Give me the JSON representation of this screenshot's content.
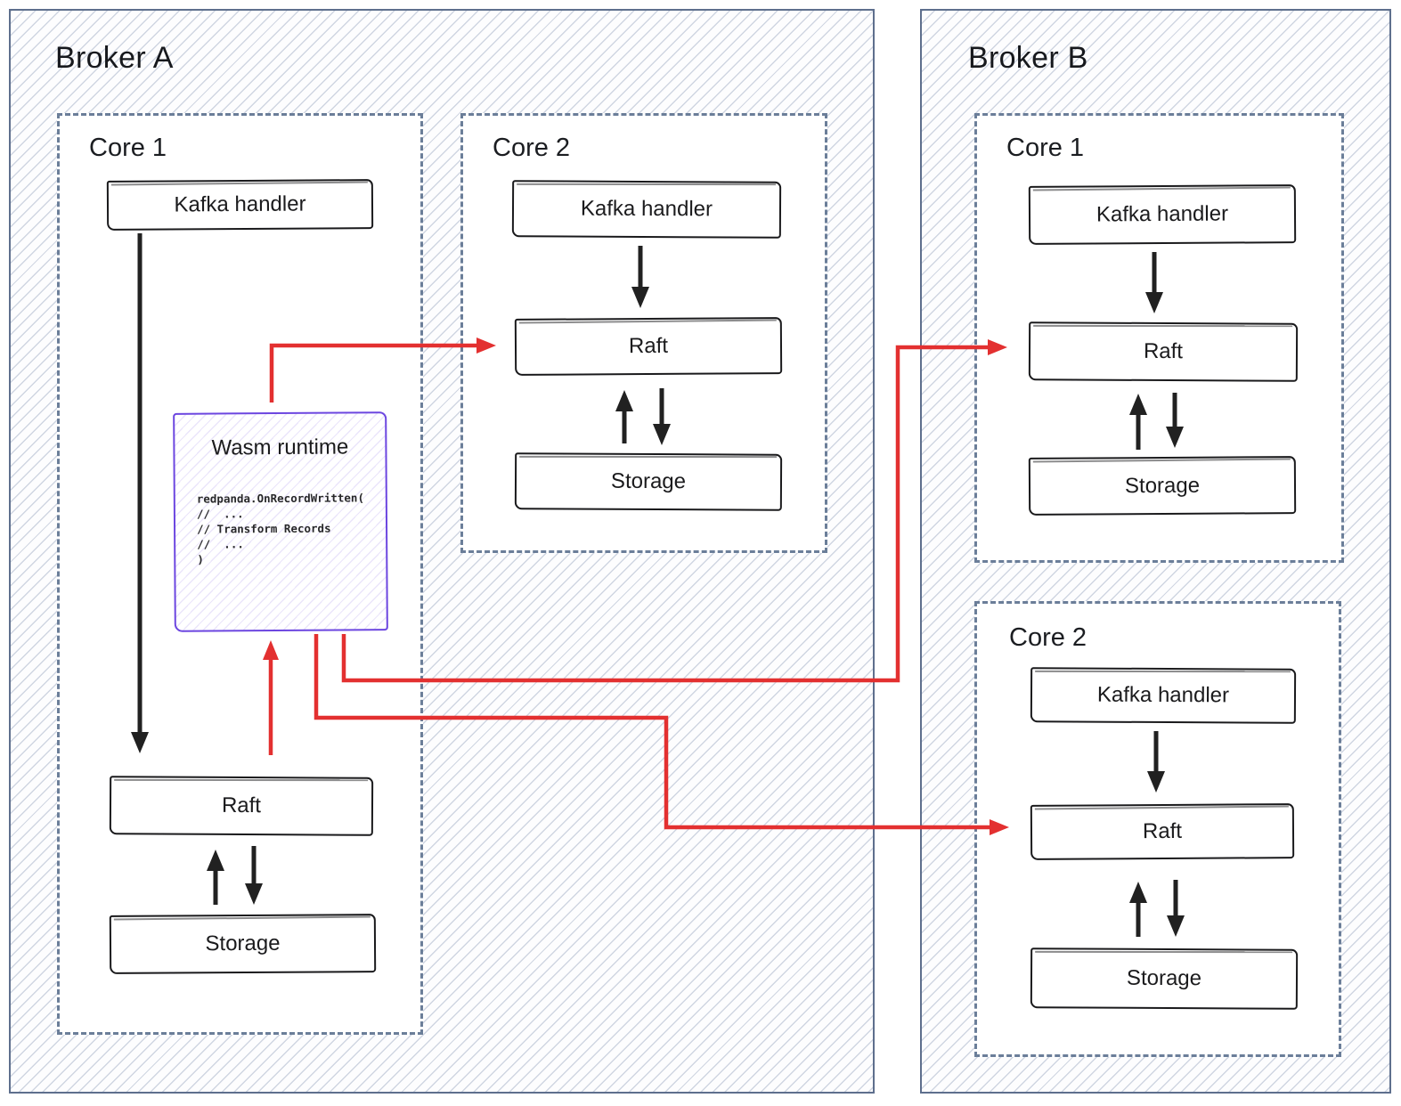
{
  "brokers": [
    {
      "title": "Broker A",
      "wasm": {
        "title": "Wasm runtime",
        "code_lines": [
          "redpanda.OnRecordWritten(",
          "//  ...",
          "// Transform Records",
          "//  ...",
          ")"
        ]
      },
      "cores": [
        {
          "title": "Core 1",
          "kafka_label": "Kafka handler",
          "raft_label": "Raft",
          "storage_label": "Storage"
        },
        {
          "title": "Core 2",
          "kafka_label": "Kafka handler",
          "raft_label": "Raft",
          "storage_label": "Storage"
        }
      ]
    },
    {
      "title": "Broker B",
      "cores": [
        {
          "title": "Core 1",
          "kafka_label": "Kafka handler",
          "raft_label": "Raft",
          "storage_label": "Storage"
        },
        {
          "title": "Core 2",
          "kafka_label": "Kafka handler",
          "raft_label": "Raft",
          "storage_label": "Storage"
        }
      ]
    }
  ],
  "colors": {
    "arrow_red": "#e33030",
    "arrow_black": "#212121",
    "wasm_purple": "#6c46e0",
    "broker_border": "#5e6f8d",
    "core_dash": "#6b7e99",
    "hatch_line": "#aab5ca"
  }
}
